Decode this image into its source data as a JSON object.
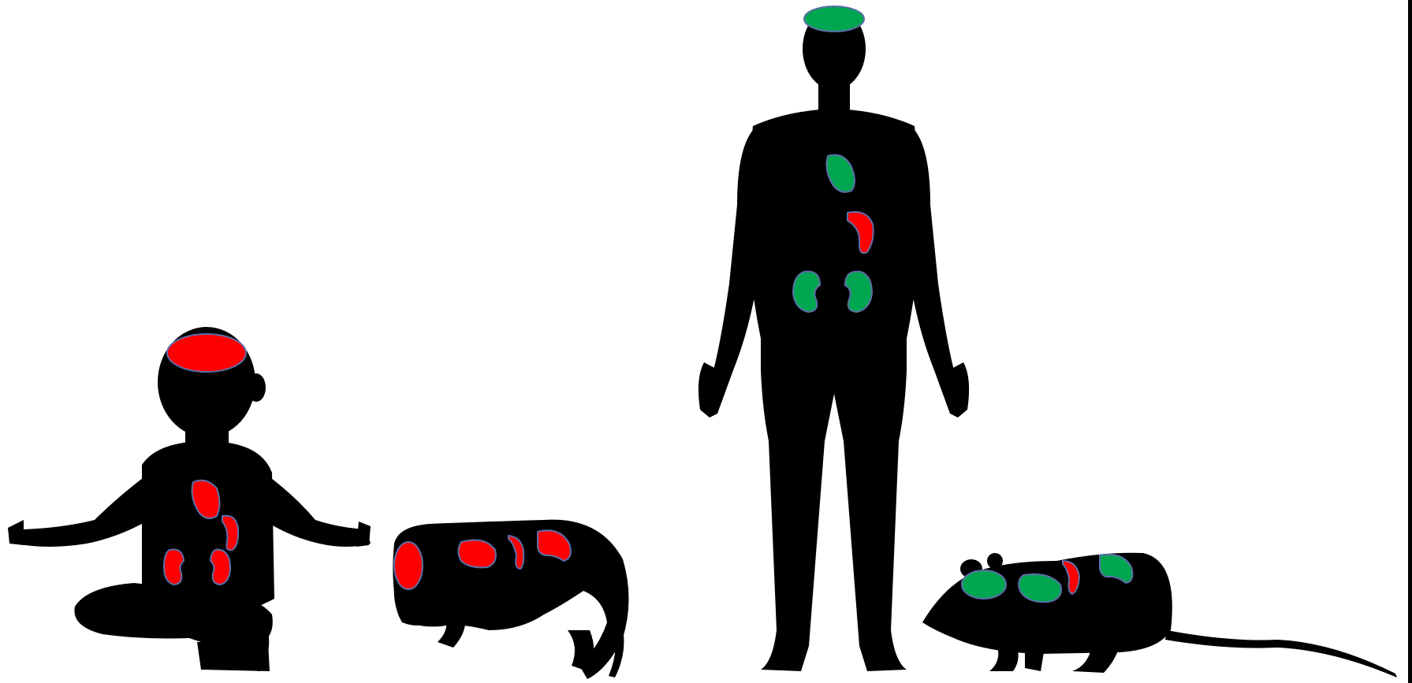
{
  "colors": {
    "background": "#ffffff",
    "silhouette": "#000000",
    "organ_affected": "#ff0000",
    "organ_unaffected": "#00a650",
    "organ_outline": "#5b6fa8"
  },
  "figures": [
    {
      "name": "human-infant",
      "organs": [
        {
          "name": "brain",
          "status": "organ_affected"
        },
        {
          "name": "lung",
          "status": "organ_affected"
        },
        {
          "name": "liver",
          "status": "organ_affected"
        },
        {
          "name": "kidney-left",
          "status": "organ_affected"
        },
        {
          "name": "kidney-right",
          "status": "organ_affected"
        }
      ]
    },
    {
      "name": "rodent-pup",
      "organs": [
        {
          "name": "brain",
          "status": "organ_affected"
        },
        {
          "name": "lung",
          "status": "organ_affected"
        },
        {
          "name": "liver",
          "status": "organ_affected"
        },
        {
          "name": "kidneys",
          "status": "organ_affected"
        }
      ]
    },
    {
      "name": "human-adult",
      "organs": [
        {
          "name": "brain",
          "status": "organ_unaffected"
        },
        {
          "name": "lung",
          "status": "organ_unaffected"
        },
        {
          "name": "liver",
          "status": "organ_affected"
        },
        {
          "name": "kidney-left",
          "status": "organ_unaffected"
        },
        {
          "name": "kidney-right",
          "status": "organ_unaffected"
        }
      ]
    },
    {
      "name": "adult-rodent",
      "organs": [
        {
          "name": "brain",
          "status": "organ_unaffected"
        },
        {
          "name": "lung",
          "status": "organ_unaffected"
        },
        {
          "name": "liver",
          "status": "organ_affected"
        },
        {
          "name": "kidneys",
          "status": "organ_unaffected"
        }
      ]
    }
  ]
}
